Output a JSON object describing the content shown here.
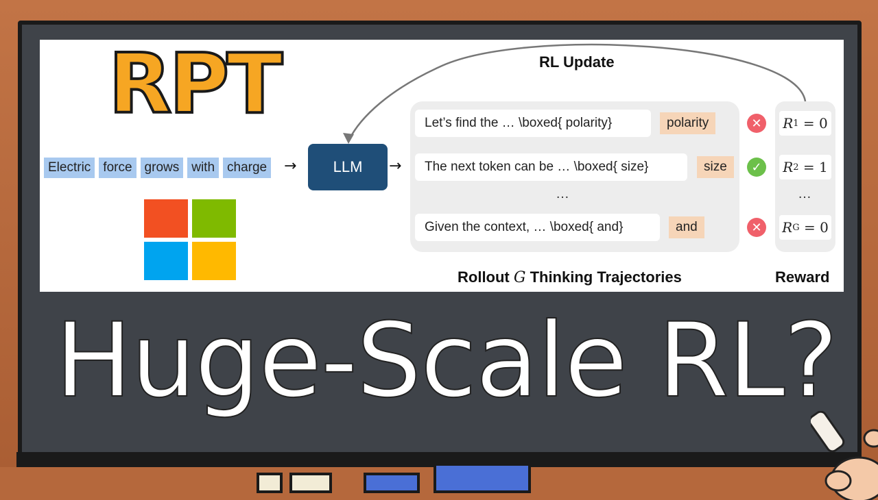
{
  "title": "RPT",
  "tokens": [
    "Electric",
    "force",
    "grows",
    "with",
    "charge"
  ],
  "llm_label": "LLM",
  "rl_update_label": "RL Update",
  "trajectories": [
    {
      "text": "Let’s find the … \\boxed{ polarity}",
      "answer": "polarity",
      "status": "wrong"
    },
    {
      "text": "The next token can be … \\boxed{ size}",
      "answer": "size",
      "status": "correct"
    },
    {
      "text": "Given the context, … \\boxed{ and}",
      "answer": "and",
      "status": "wrong"
    }
  ],
  "ellipsis": "…",
  "rewards": [
    {
      "symbol": "R",
      "sub": "1",
      "value": "= 0"
    },
    {
      "symbol": "R",
      "sub": "2",
      "value": "= 1"
    },
    {
      "symbol": "R",
      "sub": "G",
      "value": "= 0"
    }
  ],
  "captions": {
    "rollout_pre": "Rollout ",
    "rollout_var": "G",
    "rollout_post": " Thinking Trajectories",
    "reward": "Reward"
  },
  "headline": "Huge-Scale RL?",
  "colors": {
    "title": "#f6a623",
    "llm_box": "#1f4e78",
    "token_bg": "#a8c9ef",
    "answer_bg": "#f6d5b8",
    "correct": "#6cc04a",
    "wrong": "#f0606a",
    "logo_red": "#f25022",
    "logo_green": "#7fba00",
    "logo_blue": "#00a4ef",
    "logo_yellow": "#ffb900"
  },
  "icons": {
    "correct": "checkmark-icon",
    "wrong": "cross-icon",
    "logo": "microsoft-logo"
  }
}
